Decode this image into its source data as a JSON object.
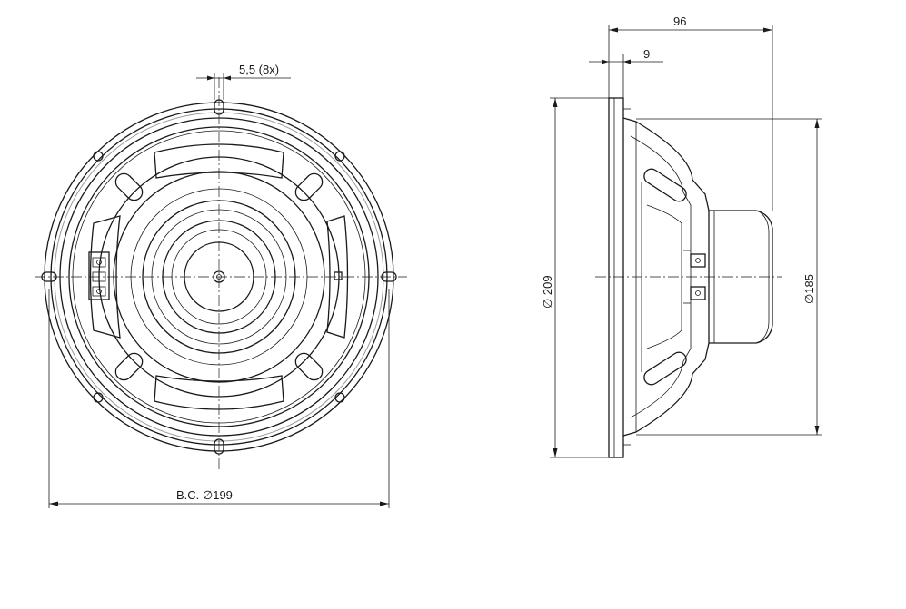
{
  "dimensions": {
    "hole_spec": "5,5 (8x)",
    "bolt_circle": "B.C. ∅199",
    "depth_total": "96",
    "flange_thickness": "9",
    "outer_diameter": "∅ 209",
    "cutout_diameter": "∅185"
  }
}
